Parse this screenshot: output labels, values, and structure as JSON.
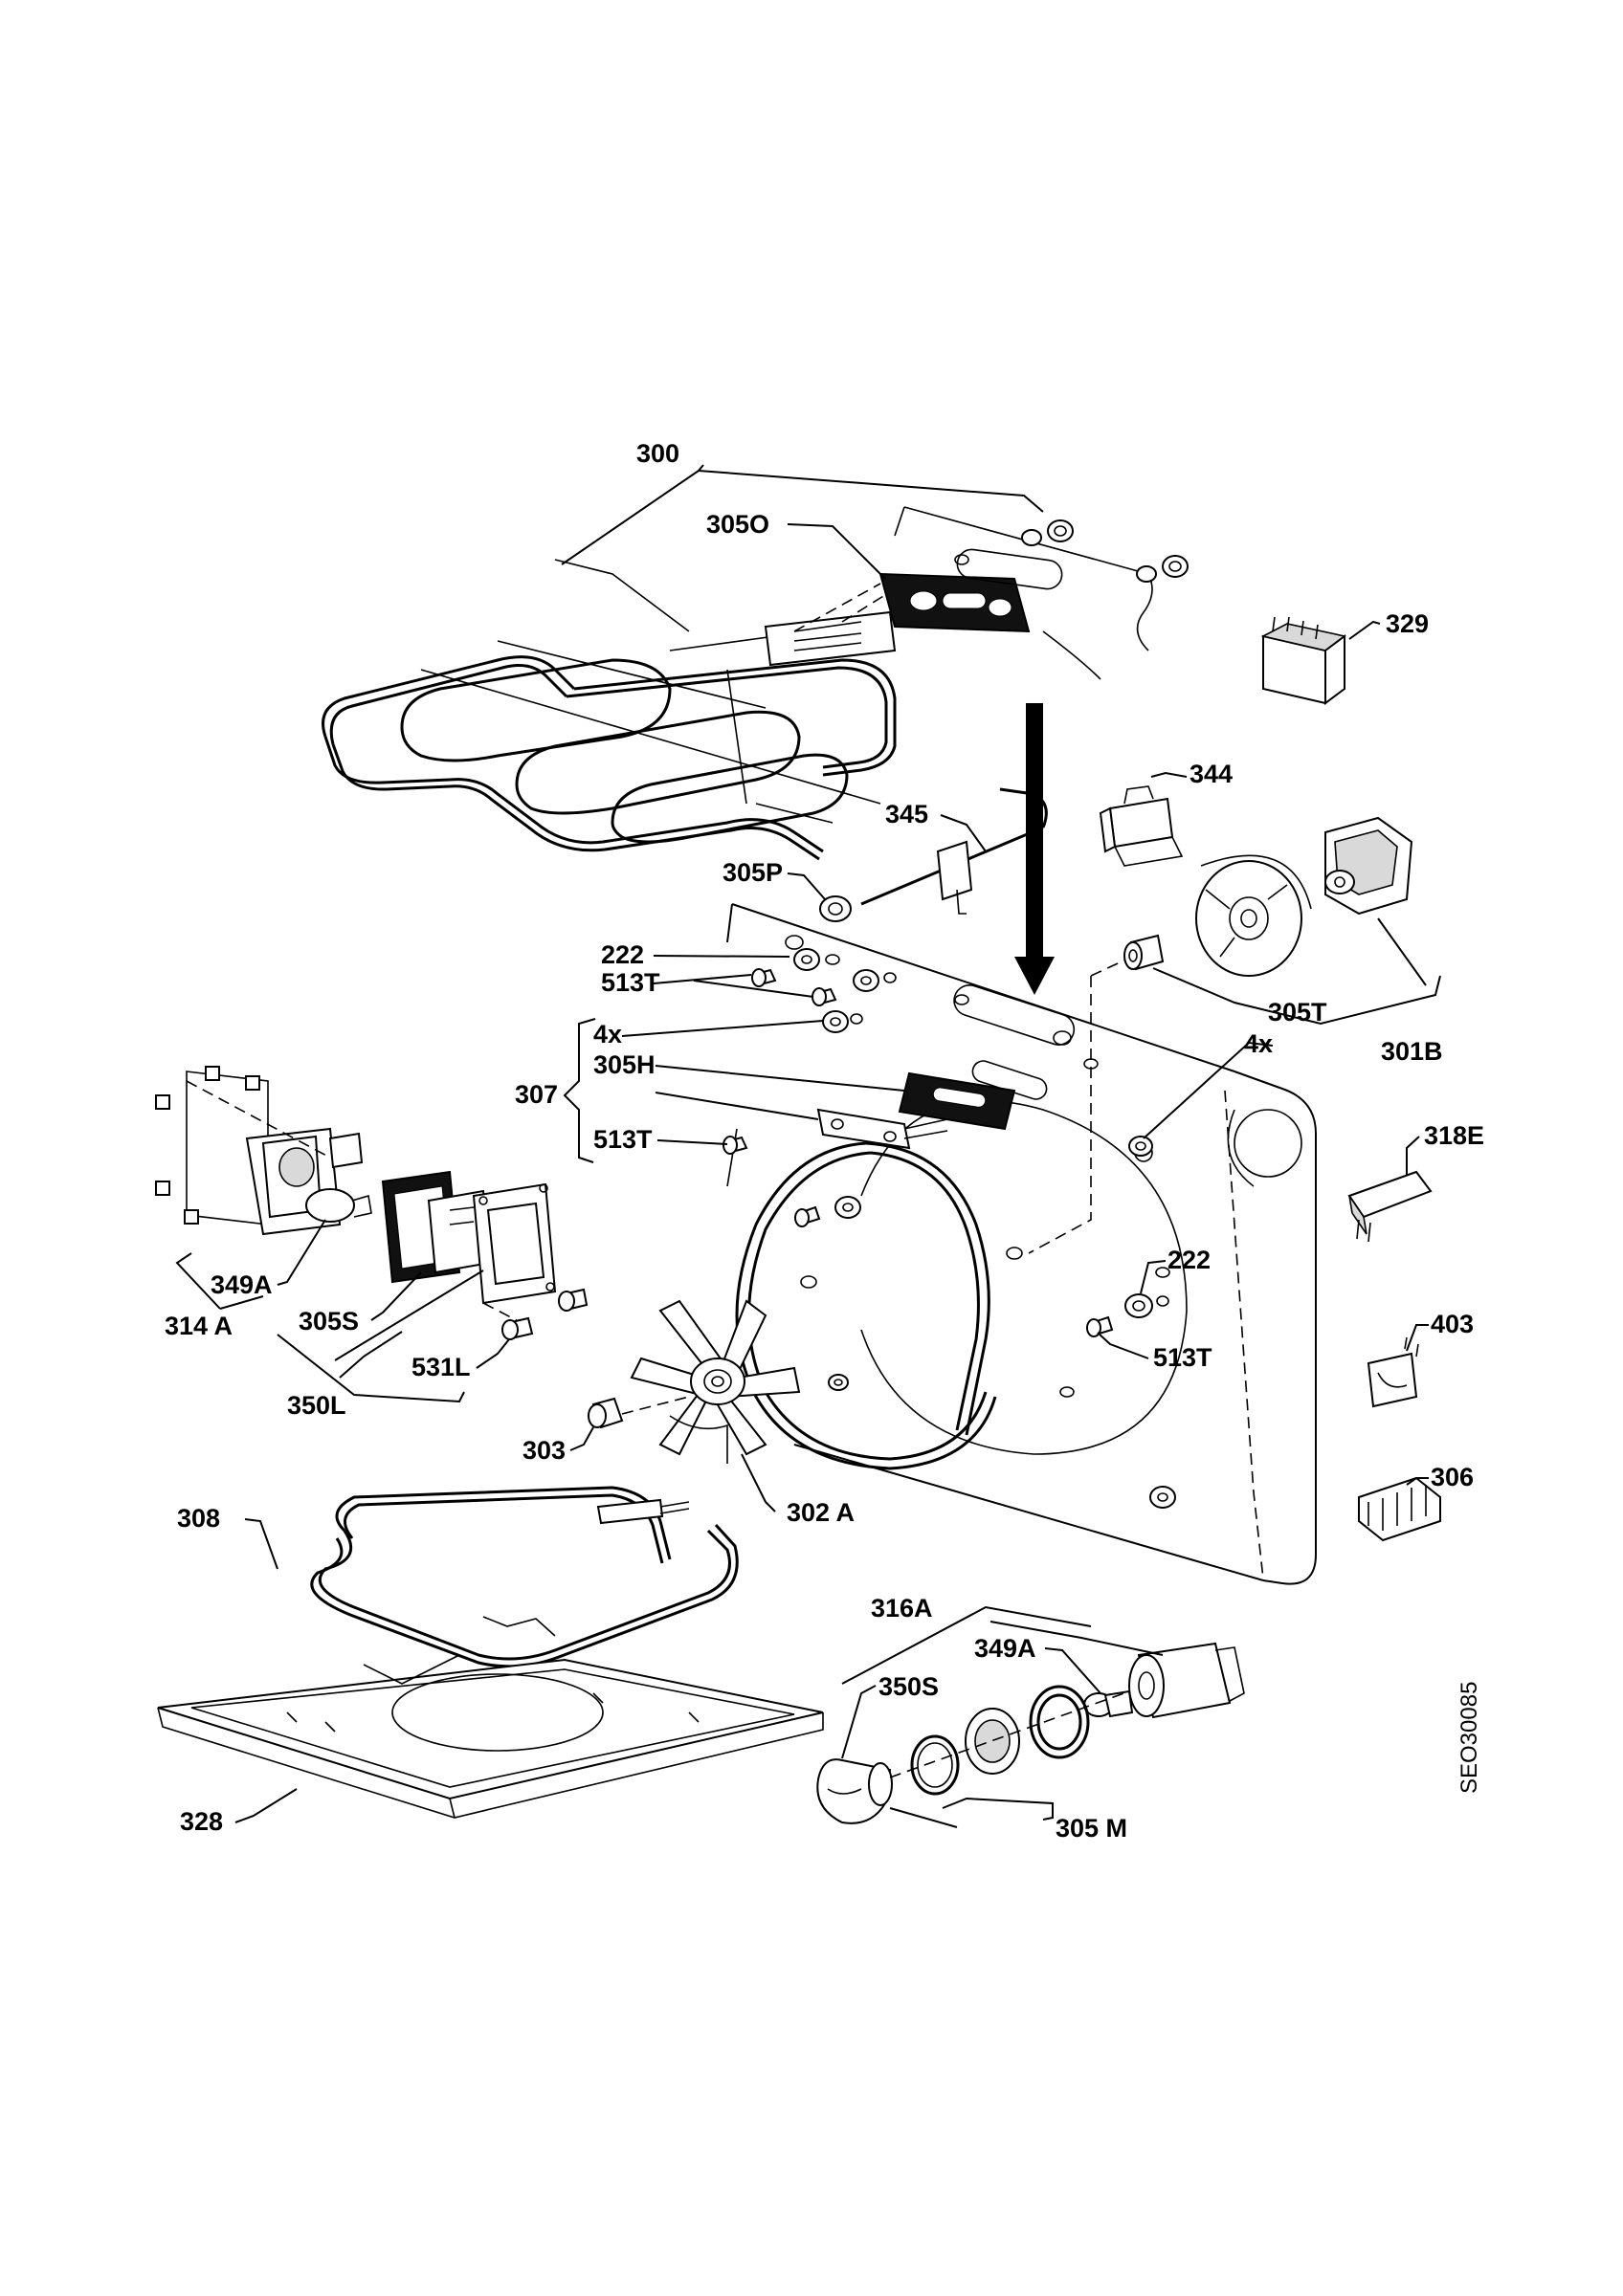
{
  "labels": {
    "l300": "300",
    "l305O": "305O",
    "l329": "329",
    "l344": "344",
    "l345": "345",
    "l305P": "305P",
    "l222a": "222",
    "l513Ta": "513T",
    "l4xa": "4x",
    "l305H": "305H",
    "l307": "307",
    "l513Tb": "513T",
    "l305T": "305T",
    "l4xb": "4x",
    "l301B": "301B",
    "l318E": "318E",
    "l222b": "222",
    "l513Tc": "513T",
    "l403": "403",
    "l306": "306",
    "l349Aa": "349A",
    "l314A": "314 A",
    "l305S": "305S",
    "l531L": "531L",
    "l350L": "350L",
    "l303": "303",
    "l302A": "302 A",
    "l308": "308",
    "l316A": "316A",
    "l349Ab": "349A",
    "l350S": "350S",
    "l305M": "305 M",
    "l328": "328"
  },
  "drawing_code": "SEO30085"
}
